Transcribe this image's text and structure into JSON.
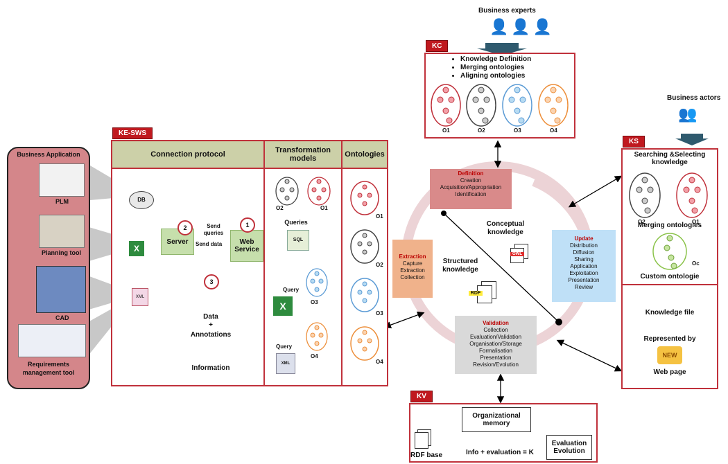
{
  "business_experts": {
    "label": "Business experts"
  },
  "kc": {
    "tag": "KC",
    "bullets": [
      "Knowledge Definition",
      "Merging ontologies",
      "Aligning ontologies"
    ],
    "ontologies": [
      "O1",
      "O2",
      "O3",
      "O4"
    ]
  },
  "business_actors": {
    "label": "Business actors"
  },
  "ks": {
    "tag": "KS",
    "title": "Searching &Selecting knowledge",
    "ontologies": [
      "O2",
      "O1"
    ],
    "merging": "Merging ontologies",
    "custom_label": "Oc",
    "custom_title": "Custom ontologie",
    "knowledge_file": "Knowledge file",
    "represented_by": "Represented by",
    "web_page": "Web page",
    "new_badge": "NEW"
  },
  "business_app": {
    "title": "Business Application",
    "items": [
      "PLM",
      "Planning tool",
      "CAD",
      "Requirements management tool"
    ]
  },
  "kews": {
    "tag": "KE-SWS",
    "col_connection": "Connection protocol",
    "col_transformation": "Transformation models",
    "col_ontologies": "Ontologies",
    "db": "DB",
    "server": "Server",
    "web_service": "Web Service",
    "send_queries": "Send queries",
    "send_data": "Send data",
    "step1": "1",
    "step2": "2",
    "step3": "3",
    "data": "Data",
    "plus": "+",
    "annotations": "Annotations",
    "information": "Information",
    "queries": "Queries",
    "query1": "Query",
    "query2": "Query",
    "sql": "SQL",
    "xml": "XML",
    "t_labels": [
      "O2",
      "O1",
      "O3",
      "O4"
    ],
    "o_labels": [
      "O1",
      "O2",
      "O3",
      "O4"
    ]
  },
  "cycle": {
    "definition": {
      "title": "Definition",
      "lines": [
        "Creation",
        "Acquisition/Appropriation",
        "Identification"
      ]
    },
    "extraction": {
      "title": "Extraction",
      "lines": [
        "Capture",
        "Extraction",
        "Collection"
      ]
    },
    "update": {
      "title": "Update",
      "lines": [
        "Distribution",
        "Diffusion",
        "Sharing",
        "Application",
        "Exploitation",
        "Presentation",
        "Review"
      ]
    },
    "validation": {
      "title": "Validation",
      "lines": [
        "Collection",
        "Evaluation/Validation",
        "Organisation/Storage",
        "Formalisation",
        "Presentation",
        "Revision/Evolution"
      ]
    },
    "conceptual": "Conceptual knowledge",
    "structured": "Structured knowledge",
    "owl": "OWL",
    "rdf": "RDF"
  },
  "kv": {
    "tag": "KV",
    "org_memory": "Organizational memory",
    "evaluation": "Evaluation Evolution",
    "rdf_base": "RDF base",
    "equation": "Info + evaluation = K"
  },
  "colors": {
    "red": "#c0313b",
    "header": "#ccd0a8",
    "green": "#c6dfac",
    "definition": "#d98a8a",
    "extraction": "#f0b28b",
    "update": "#bfe0f7",
    "validation": "#d9d9d9"
  }
}
